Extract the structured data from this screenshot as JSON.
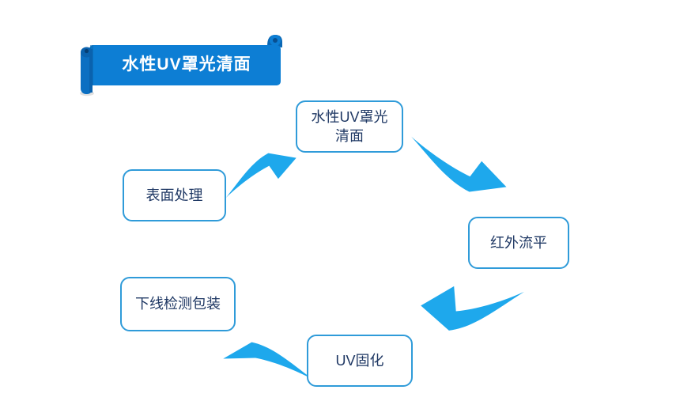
{
  "banner": {
    "label": "水性UV罩光清面",
    "shape": "horizontal-scroll-ribbon"
  },
  "diagram": {
    "type": "circular-process-flow",
    "nodes": [
      {
        "id": "surface-treatment",
        "label": "表面处理"
      },
      {
        "id": "waterborne-uv-topcoat",
        "label": "水性UV罩光\n清面"
      },
      {
        "id": "infrared-leveling",
        "label": "红外流平"
      },
      {
        "id": "uv-curing",
        "label": "UV固化"
      },
      {
        "id": "offline-inspection-packing",
        "label": "下线检测包装"
      }
    ],
    "connections": [
      {
        "from": "表面处理",
        "to": "水性UV罩光清面",
        "arrow": "curved-swoosh-up-right"
      },
      {
        "from": "水性UV罩光清面",
        "to": "红外流平",
        "arrow": "curved-swoosh-down-right"
      },
      {
        "from": "红外流平",
        "to": "UV固化",
        "arrow": "curved-swoosh-down-left"
      },
      {
        "from": "UV固化",
        "to": "下线检测包装",
        "arrow": "curved-swoosh-up-left"
      }
    ]
  },
  "colors": {
    "banner_blue": "#0d7ed4",
    "banner_roll_blue": "#0b6fc2",
    "banner_dark_blue": "#084f90",
    "arrow_blue": "#1ea8ec",
    "node_border_blue": "#2f9bd9",
    "node_text_navy": "#1f3864",
    "background": "#ffffff"
  }
}
